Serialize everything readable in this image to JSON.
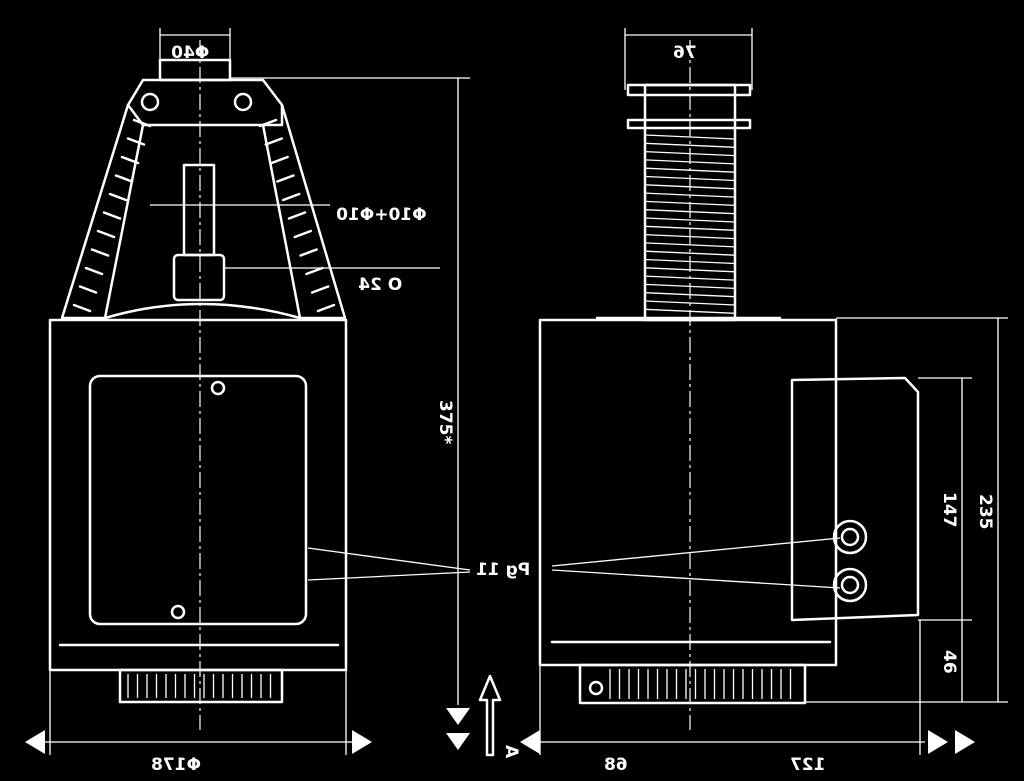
{
  "dimensions": {
    "top_bore": "Φ40",
    "spring_width": "76",
    "shaft_dia": "Φ10+Φ10",
    "nut_size": "O 24",
    "overall_height": "375*",
    "base_width": "Φ178",
    "pg_callout": "Pg 11",
    "box_height_total": "235",
    "box_height": "147",
    "box_base": "46",
    "left_offset": "68",
    "right_offset": "127",
    "direction_label": "A"
  }
}
